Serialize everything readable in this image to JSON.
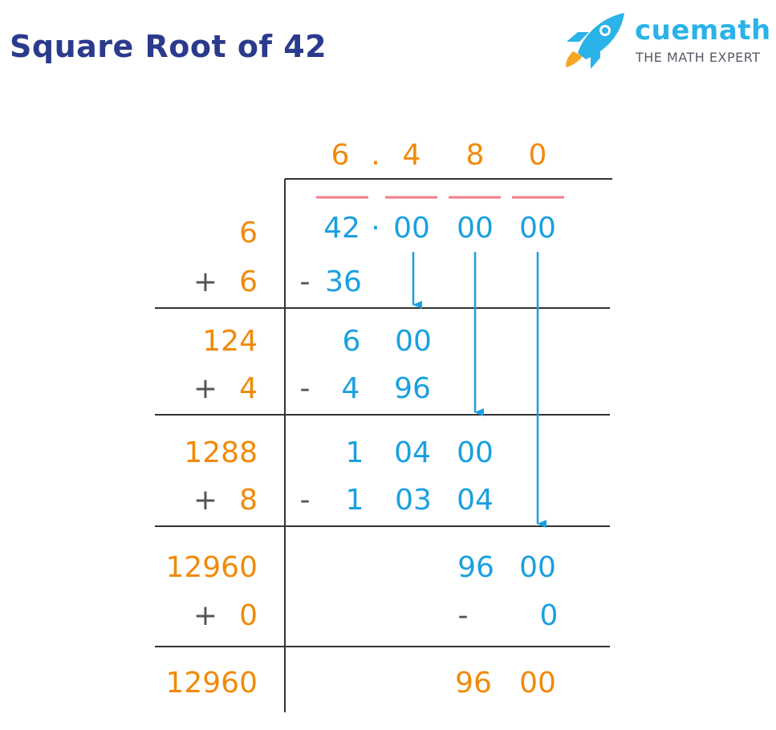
{
  "title": "Square Root of 42",
  "logo": {
    "brand": "cuemath",
    "tagline": "THE MATH EXPERT",
    "icon": "rocket-icon"
  },
  "colors": {
    "title": "#2b3a8c",
    "blue": "#1aa0e0",
    "orange": "#f08a0a",
    "gray": "#555555",
    "pair_underline": "#f07a8a",
    "rule": "#333333"
  },
  "quotient": {
    "d1": "6",
    "point": ".",
    "d2": "4",
    "d3": "8",
    "d4": "0"
  },
  "dividend": {
    "int": "42",
    "point": "·",
    "p1": "00",
    "p2": "00",
    "p3": "00"
  },
  "steps": [
    {
      "divisor": "6",
      "plus_sign": "+",
      "plus_digit": "6",
      "subtract_sign": "-",
      "subtract": [
        "36"
      ]
    },
    {
      "divisor": "124",
      "remainder": [
        "6",
        "00"
      ],
      "plus_sign": "+",
      "plus_digit": "4",
      "subtract_sign": "-",
      "subtract": [
        "4",
        "96"
      ]
    },
    {
      "divisor": "1288",
      "remainder": [
        "1",
        "04",
        "00"
      ],
      "plus_sign": "+",
      "plus_digit": "8",
      "subtract_sign": "-",
      "subtract": [
        "1",
        "03",
        "04"
      ]
    },
    {
      "divisor": "12960",
      "remainder": [
        "96",
        "00"
      ],
      "plus_sign": "+",
      "plus_digit": "0",
      "subtract_sign": "-",
      "subtract": [
        "0"
      ]
    },
    {
      "divisor": "12960",
      "remainder": [
        "96",
        "00"
      ]
    }
  ]
}
